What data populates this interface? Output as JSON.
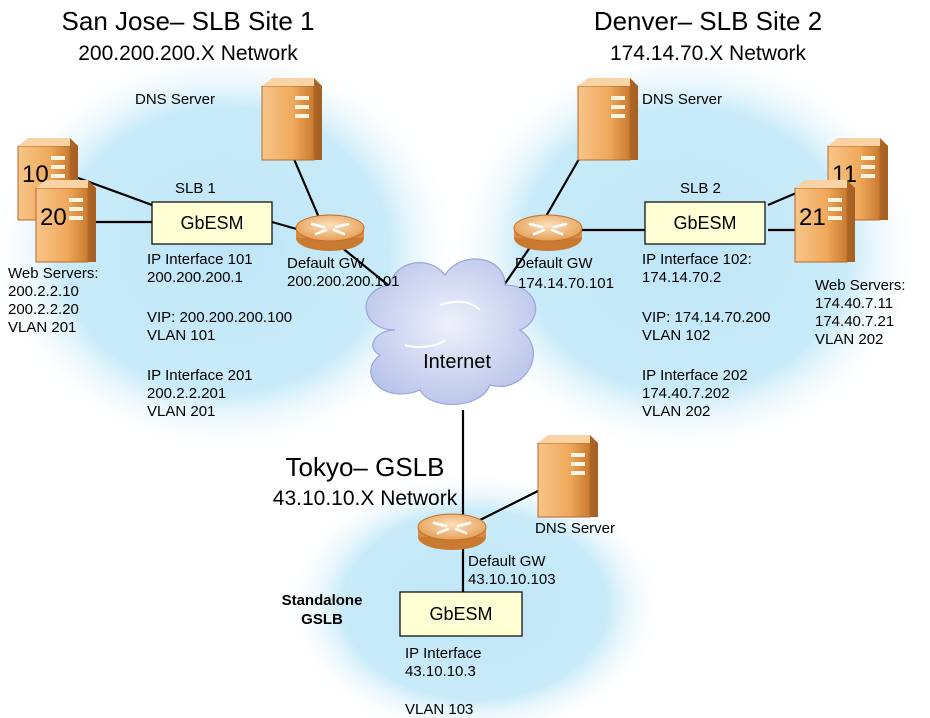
{
  "sites": {
    "sanjose": {
      "title": "San Jose– SLB Site 1",
      "network": "200.200.200.X Network"
    },
    "denver": {
      "title": "Denver– SLB Site 2",
      "network": "174.14.70.X Network"
    },
    "tokyo": {
      "title": "Tokyo– GSLB",
      "network": "43.10.10.X Network"
    }
  },
  "labels": {
    "dns_server": "DNS Server",
    "default_gw": "Default GW",
    "gbesm": "GbESM",
    "internet": "Internet",
    "slb1": "SLB 1",
    "slb2": "SLB 2",
    "standalone_line1": "Standalone",
    "standalone_line2": "GSLB"
  },
  "sanjose": {
    "server_numbers": [
      "10",
      "20"
    ],
    "web_servers": [
      "Web Servers:",
      "200.2.2.10",
      "200.2.2.20",
      "VLAN 201"
    ],
    "ip_interface_101": [
      "IP Interface 101",
      "200.200.200.1"
    ],
    "vip": [
      "VIP: 200.200.200.100",
      "VLAN 101"
    ],
    "ip_interface_201": [
      "IP Interface 201",
      "200.2.2.201",
      "VLAN 201"
    ],
    "gateway_ip": "200.200.200.101"
  },
  "denver": {
    "server_numbers": [
      "11",
      "21"
    ],
    "web_servers": [
      "Web Servers:",
      "174.40.7.11",
      "174.40.7.21",
      "VLAN 202"
    ],
    "ip_interface_102": [
      "IP Interface 102:",
      "174.14.70.2"
    ],
    "vip": [
      "VIP: 174.14.70.200",
      "VLAN 102"
    ],
    "ip_interface_202": [
      "IP Interface 202",
      "174.40.7.202",
      "VLAN 202"
    ],
    "gateway_ip": "174.14.70.101"
  },
  "tokyo": {
    "gateway_ip": "43.10.10.103",
    "ip_interface": [
      "IP Interface",
      "43.10.10.3"
    ],
    "vlan": "VLAN 103"
  },
  "colors": {
    "cloud_glow": "#bfe6f7",
    "gbesm_fill": "#ffffd6",
    "server_body": "#f2b26a",
    "router": "#f4c38a",
    "internet_cloud": "#cfd6f2"
  }
}
